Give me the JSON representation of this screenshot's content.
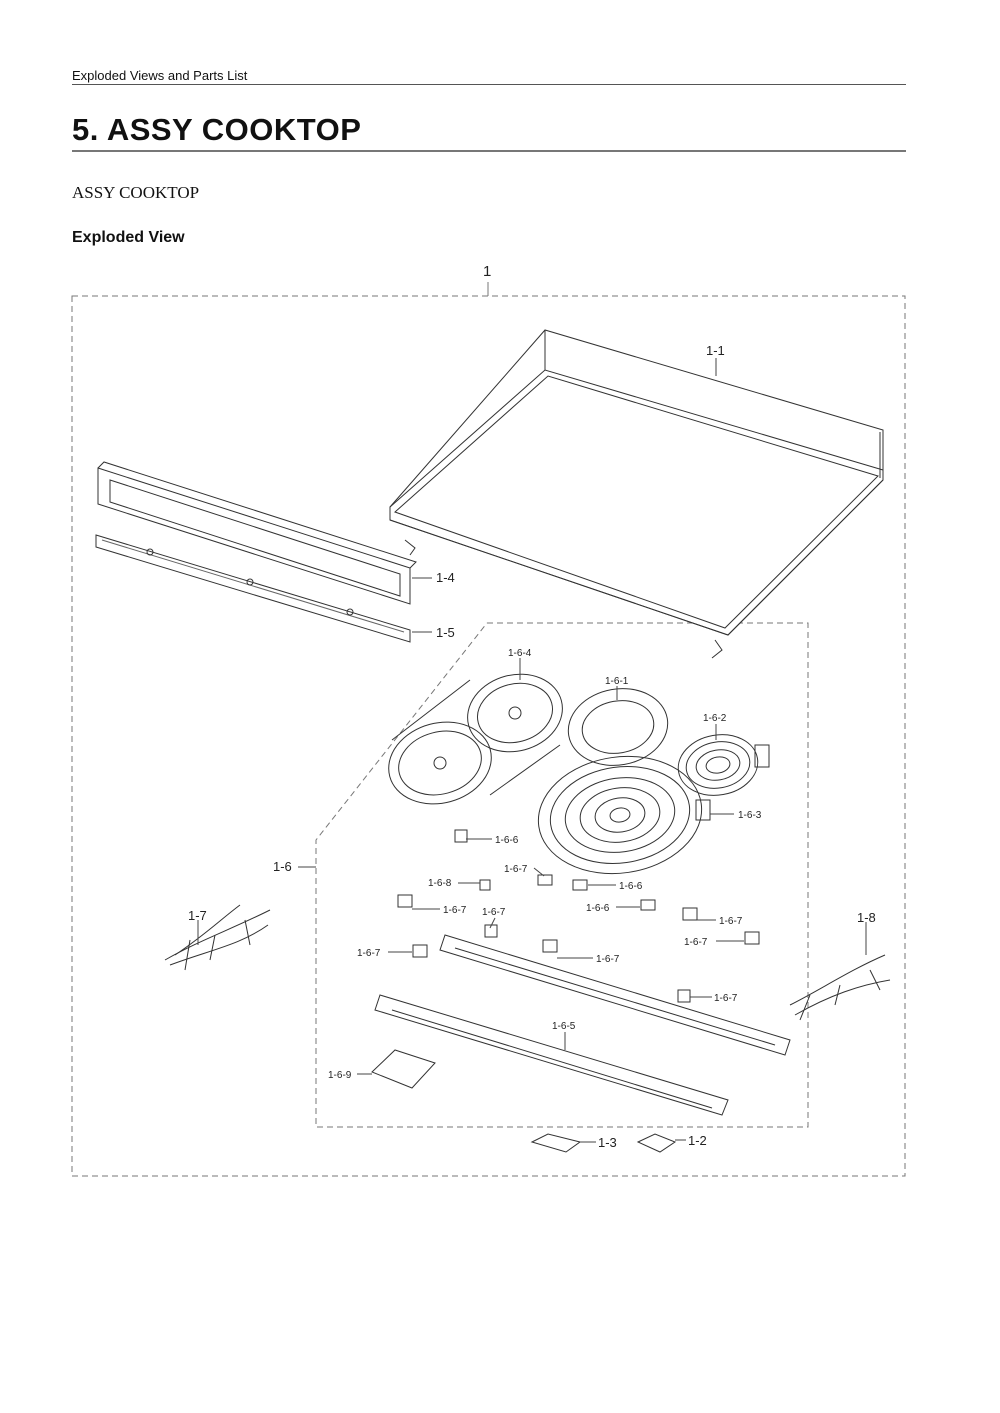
{
  "header": {
    "running_title": "Exploded Views and Parts List"
  },
  "page": {
    "title": "5.  ASSY COOKTOP",
    "subtitle": "ASSY COOKTOP",
    "section_heading": "Exploded View"
  },
  "diagram": {
    "labels": {
      "assy": "1",
      "top": "1-1",
      "p12": "1-2",
      "p13": "1-3",
      "p14": "1-4",
      "p15": "1-5",
      "p16": "1-6",
      "p17": "1-7",
      "p18": "1-8",
      "p161": "1-6-1",
      "p162": "1-6-2",
      "p163": "1-6-3",
      "p164": "1-6-4",
      "p165": "1-6-5",
      "p166a": "1-6-6",
      "p166b": "1-6-6",
      "p166c": "1-6-6",
      "p167a": "1-6-7",
      "p167b": "1-6-7",
      "p167c": "1-6-7",
      "p167d": "1-6-7",
      "p167e": "1-6-7",
      "p167f": "1-6-7",
      "p167g": "1-6-7",
      "p167h": "1-6-7",
      "p168": "1-6-8",
      "p169": "1-6-9"
    }
  }
}
